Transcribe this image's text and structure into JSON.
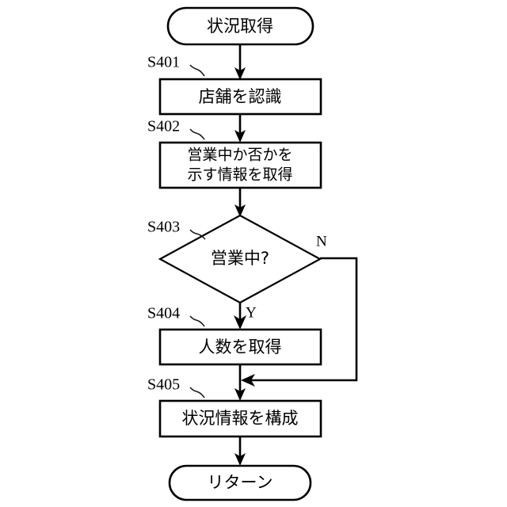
{
  "diagram": {
    "type": "flowchart",
    "title": "状況取得",
    "language": "ja",
    "background_color": "#ffffff",
    "line_color": "#000000",
    "nodes": [
      {
        "id": "start",
        "shape": "terminator",
        "label": "状況取得",
        "step": ""
      },
      {
        "id": "s401",
        "shape": "process",
        "label": "店舗を認識",
        "step": "S401"
      },
      {
        "id": "s402",
        "shape": "process",
        "label_line1": "営業中か否かを",
        "label_line2": "示す情報を取得",
        "step": "S402"
      },
      {
        "id": "s403",
        "shape": "decision",
        "label": "営業中?",
        "step": "S403"
      },
      {
        "id": "s404",
        "shape": "process",
        "label": "人数を取得",
        "step": "S404"
      },
      {
        "id": "s405",
        "shape": "process",
        "label": "状況情報を構成",
        "step": "S405"
      },
      {
        "id": "end",
        "shape": "terminator",
        "label": "リターン",
        "step": ""
      }
    ],
    "branch_labels": {
      "yes": "Y",
      "no": "N"
    },
    "edges": [
      {
        "from": "start",
        "to": "s401",
        "label": ""
      },
      {
        "from": "s401",
        "to": "s402",
        "label": ""
      },
      {
        "from": "s402",
        "to": "s403",
        "label": ""
      },
      {
        "from": "s403",
        "to": "s404",
        "label": "Y"
      },
      {
        "from": "s403",
        "to": "s405",
        "label": "N"
      },
      {
        "from": "s404",
        "to": "s405",
        "label": ""
      },
      {
        "from": "s405",
        "to": "end",
        "label": ""
      }
    ]
  }
}
